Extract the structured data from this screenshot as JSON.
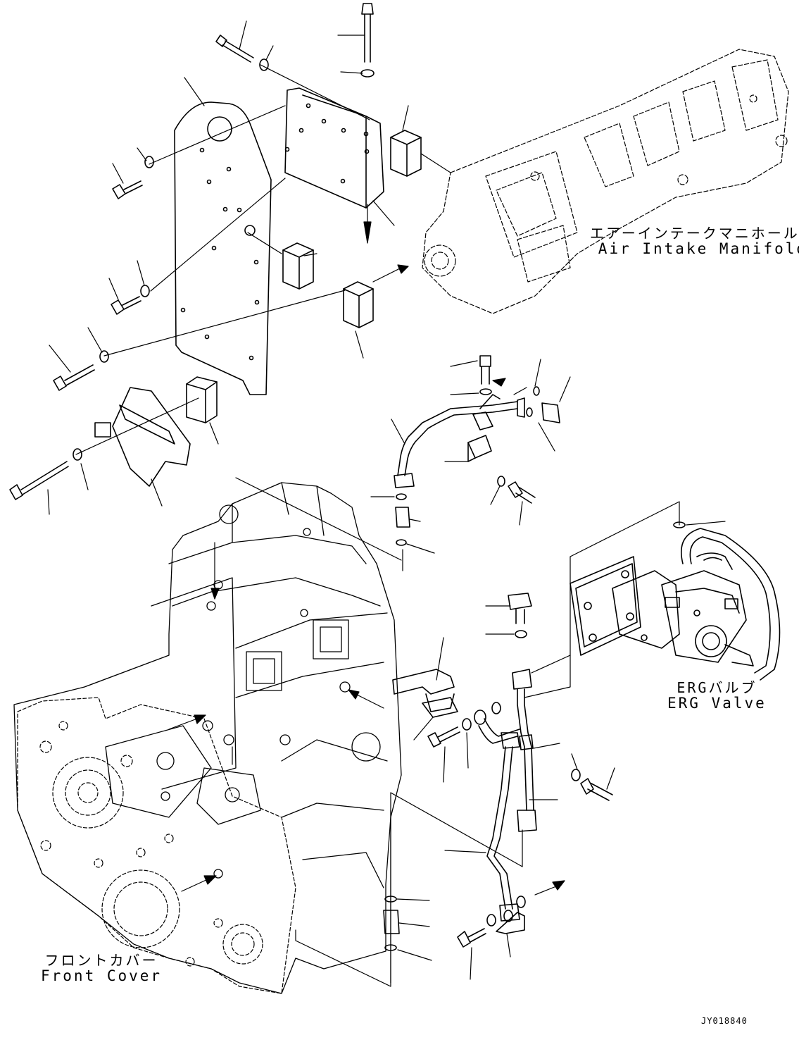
{
  "labels": {
    "air_intake_manifold": {
      "ja": "エアーインテークマニホールド",
      "en": "Air Intake Manifold"
    },
    "erg_valve": {
      "ja": "ERGバルブ",
      "en": "ERG Valve"
    },
    "front_cover": {
      "ja": "フロントカバー",
      "en": "Front Cover"
    }
  },
  "reference_code": "JY018840",
  "colors": {
    "line": "#000000",
    "background": "#ffffff"
  }
}
